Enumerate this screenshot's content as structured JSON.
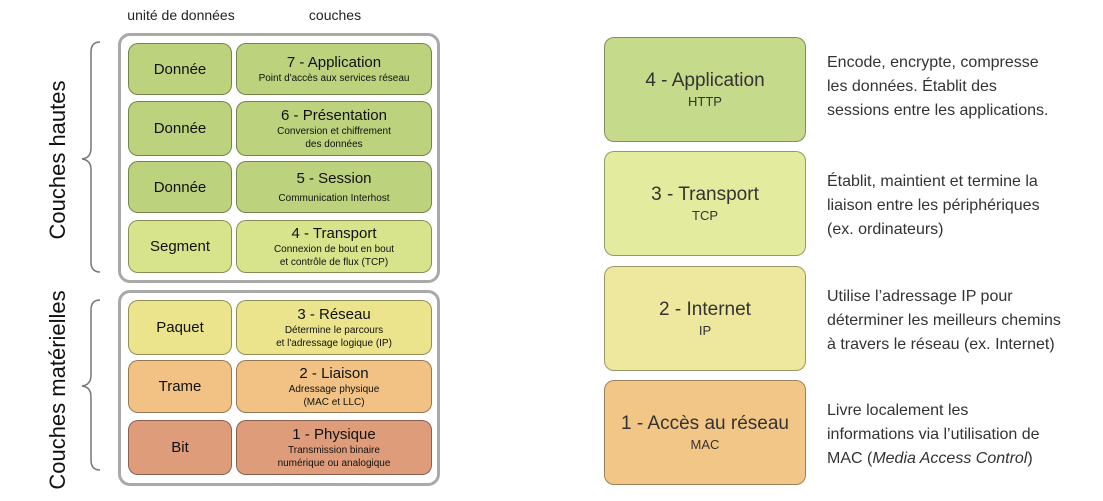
{
  "headers": {
    "data_unit": "unité de données",
    "layers": "couches"
  },
  "groups": {
    "upper": "Couches hautes",
    "lower": "Couches matérielles"
  },
  "osi": [
    {
      "unit": "Donnée",
      "title": "7 - Application",
      "lines": [
        "Point d'accès aux services réseau"
      ],
      "color": "#bcd27d"
    },
    {
      "unit": "Donnée",
      "title": "6 - Présentation",
      "lines": [
        "Conversion et chiffrement",
        "des données"
      ],
      "color": "#bcd27d"
    },
    {
      "unit": "Donnée",
      "title": "5 - Session",
      "lines": [
        "Communication Interhost"
      ],
      "color": "#bcd27d"
    },
    {
      "unit": "Segment",
      "title": "4 - Transport",
      "lines": [
        "Connexion de bout en bout",
        "et contrôle de flux (TCP)"
      ],
      "color": "#d8e48b"
    },
    {
      "unit": "Paquet",
      "title": "3 - Réseau",
      "lines": [
        "Détermine le parcours",
        "et l'adressage logique (IP)"
      ],
      "color": "#ebe48c"
    },
    {
      "unit": "Trame",
      "title": "2 - Liaison",
      "lines": [
        "Adressage physique",
        "(MAC et LLC)"
      ],
      "color": "#f1c283"
    },
    {
      "unit": "Bit",
      "title": "1 - Physique",
      "lines": [
        "Transmission binaire",
        "numérique ou analogique"
      ],
      "color": "#de9c7b"
    }
  ],
  "tcpip": [
    {
      "title": "4 - Application",
      "protocol": "HTTP",
      "color": "#c6da8c",
      "description": [
        "Encode, encrypte, compresse",
        "les données. Établit des",
        "sessions entre les applications."
      ]
    },
    {
      "title": "3 - Transport",
      "protocol": "TCP",
      "color": "#e2eb9e",
      "description": [
        "Établit, maintient et termine la",
        "liaison entre les périphériques",
        "(ex. ordinateurs)"
      ]
    },
    {
      "title": "2 - Internet",
      "protocol": "IP",
      "color": "#ede89d",
      "description": [
        "Utilise l’adressage IP pour",
        "déterminer les meilleurs chemins",
        "à travers le réseau (ex. Internet)"
      ]
    },
    {
      "title": "1 - Accès au réseau",
      "protocol": "MAC",
      "color": "#f2c687",
      "description": [
        "Livre localement les",
        "informations via l’utilisation de"
      ],
      "description_last": {
        "before": "MAC (",
        "italic": "Media Access Control",
        "after": ")"
      }
    }
  ]
}
